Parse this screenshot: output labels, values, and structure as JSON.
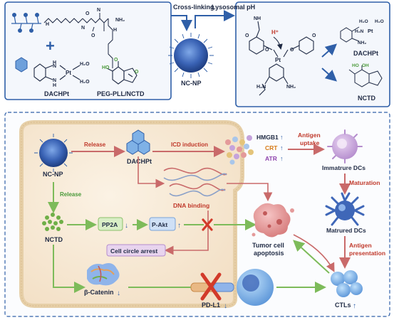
{
  "top": {
    "crosslinking": "Cross-linking",
    "lysosomal_ph": "Lysosomal pH",
    "plus": "+",
    "dachpt": "DACHPt",
    "peg_pll_nctd": "PEG-PLL/NCTD",
    "ncnp": "NC-NP",
    "right_dachpt": "DACHPt",
    "right_nctd": "NCTD",
    "hplus": "H⁺",
    "pt": "Pt",
    "h2o": "H₂O",
    "h2n": "H₂N",
    "nh2": "NH₂",
    "n": "N",
    "h": "H",
    "nh": "NH",
    "ho": "HO",
    "oh": "OH",
    "o": "O"
  },
  "bottom": {
    "ncnp": "NC-NP",
    "release1": "Release",
    "dachpt": "DACHPt",
    "icd": "ICD induction",
    "hmgb1": "HMGB1",
    "crt": "CRT",
    "atr": "ATR",
    "antigen_uptake_1": "Antigen",
    "antigen_uptake_2": "uptake",
    "immature": "Immatrure DCs",
    "dna_binding": "DNA binding",
    "release2": "Release",
    "maturation": "Maturation",
    "nctd": "NCTD",
    "pp2a": "PP2A",
    "pakt": "P-Akt",
    "matured": "Matrured DCs",
    "tumor1": "Tumor cell",
    "tumor2": "apoptosis",
    "antigen_pres_1": "Antigen",
    "antigen_pres_2": "presentation",
    "arrest": "Cell circle arrest",
    "catenin": "β-Catenin",
    "pdl1": "PD-L1",
    "ctls": "CTLs",
    "up": "↑",
    "down": "↓"
  },
  "colors": {
    "top_border": "#2f5fa8",
    "top_bg": "#eef3fa",
    "bottom_border": "#2f5fa8",
    "cell_fill": "#f7ead8",
    "cell_membrane": "#e6cfa8",
    "text_red": "#c0392b",
    "text_green": "#4a9a3a",
    "text_blue": "#2f5fa8",
    "text_dark": "#1f2a44",
    "arrow_red": "#c96a6a",
    "arrow_green": "#7dbb5a",
    "arrow_blue": "#2f5fa8",
    "np_blue": "#3a63b5",
    "box_green": "#d9eec6",
    "box_blue": "#cfe0f6",
    "box_pink": "#e8d4ee"
  }
}
